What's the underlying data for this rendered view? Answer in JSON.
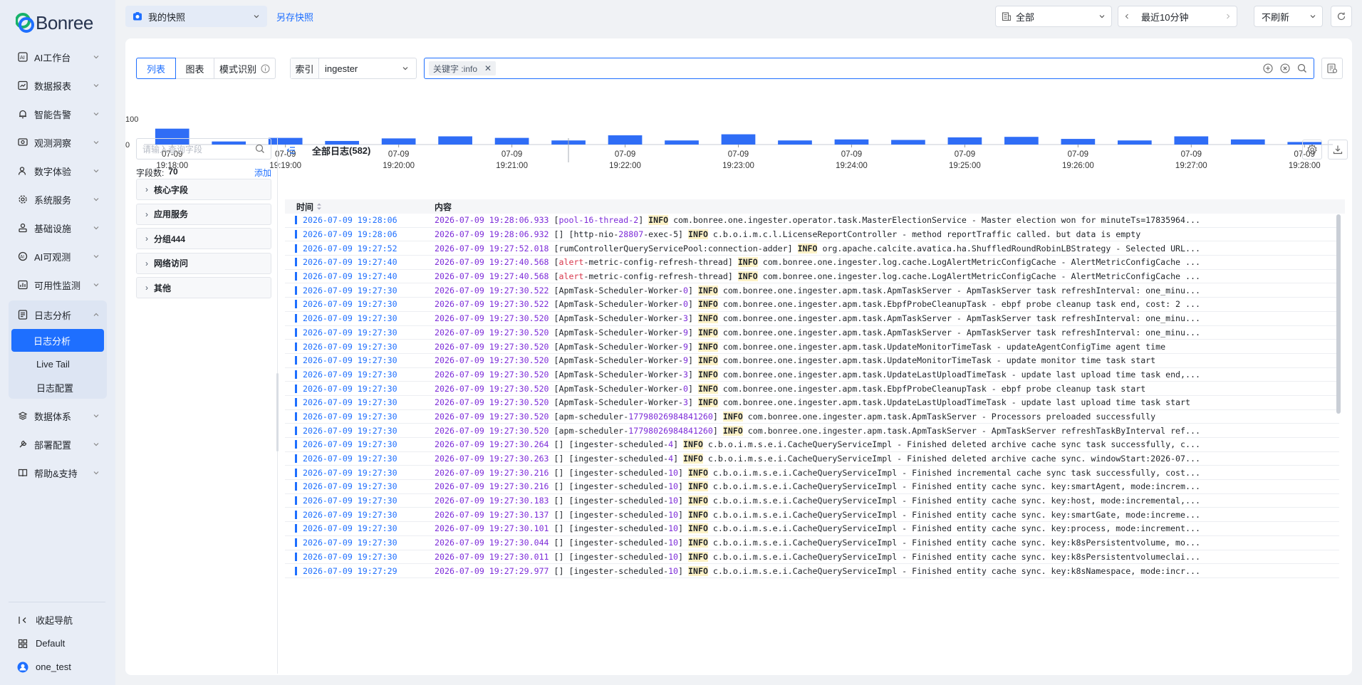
{
  "sidebar": {
    "logo": "Bonree",
    "items": [
      {
        "label": "AI工作台",
        "icon": "ai-workbench-icon"
      },
      {
        "label": "数据报表",
        "icon": "report-icon"
      },
      {
        "label": "智能告警",
        "icon": "alert-icon"
      },
      {
        "label": "观测洞察",
        "icon": "insight-icon"
      },
      {
        "label": "数字体验",
        "icon": "experience-icon"
      },
      {
        "label": "系统服务",
        "icon": "service-icon"
      },
      {
        "label": "基础设施",
        "icon": "infra-icon"
      },
      {
        "label": "AI可观测",
        "icon": "ai-observe-icon"
      },
      {
        "label": "可用性监测",
        "icon": "availability-icon"
      }
    ],
    "expanded": {
      "label": "日志分析",
      "children": [
        "日志分析",
        "Live Tail",
        "日志配置"
      ]
    },
    "items_after": [
      {
        "label": "数据体系"
      },
      {
        "label": "部署配置"
      },
      {
        "label": "帮助&支持"
      }
    ],
    "bottom": {
      "collapse": "收起导航",
      "workspace": "Default",
      "user": "one_test"
    }
  },
  "topbar": {
    "snapshot": "我的快照",
    "save_snapshot": "另存快照",
    "scope": "全部",
    "time_range": "最近10分钟",
    "refresh": "不刷新"
  },
  "toolbar": {
    "tabs": [
      "列表",
      "图表",
      "模式识别"
    ],
    "index_label": "索引",
    "index_value": "ingester",
    "query_chip": "关键字 :info"
  },
  "histogram": {
    "y_max": "100",
    "y_min": "0",
    "values": [
      62,
      12,
      26,
      14,
      24,
      32,
      26,
      16,
      36,
      16,
      40,
      16,
      20,
      18,
      28,
      30,
      22,
      16,
      32,
      20,
      10
    ],
    "ticks": [
      {
        "date": "07-09",
        "time": "19:18:00"
      },
      {
        "date": "07-09",
        "time": "19:19:00"
      },
      {
        "date": "07-09",
        "time": "19:20:00"
      },
      {
        "date": "07-09",
        "time": "19:21:00"
      },
      {
        "date": "07-09",
        "time": "19:22:00"
      },
      {
        "date": "07-09",
        "time": "19:23:00"
      },
      {
        "date": "07-09",
        "time": "19:24:00"
      },
      {
        "date": "07-09",
        "time": "19:25:00"
      },
      {
        "date": "07-09",
        "time": "19:26:00"
      },
      {
        "date": "07-09",
        "time": "19:27:00"
      },
      {
        "date": "07-09",
        "time": "19:28:00"
      }
    ]
  },
  "fields": {
    "search_placeholder": "请输入查询字段",
    "count_label": "字段数:",
    "count": "70",
    "add": "添加",
    "groups": [
      "核心字段",
      "应用服务",
      "分组444",
      "网络访问",
      "其他"
    ]
  },
  "logs": {
    "title": "全部日志",
    "count": "(582)",
    "col_time": "时间",
    "col_content": "内容",
    "rows": [
      {
        "time": "2026-07-09 19:28:06",
        "ts": "2026-07-09 19:28:06.933",
        "pre": "[",
        "thread": "pool-16-thread-2",
        "mid": "] ",
        "level": "INFO",
        "msg": " com.bonree.one.ingester.operator.task.MasterElectionService - Master election won for minuteTs=17835964..."
      },
      {
        "time": "2026-07-09 19:28:06",
        "ts": "2026-07-09 19:28:06.932",
        "pre": "[] [http-nio-",
        "thread": "28807",
        "mid": "-exec-5] ",
        "level": "INFO",
        "msg": " c.b.o.i.m.c.l.LicenseReportController - method reportTraffic called. but data is empty"
      },
      {
        "time": "2026-07-09 19:27:52",
        "ts": "2026-07-09 19:27:52.018",
        "pre": "[rumControllerQueryServicePool:connection-adder] ",
        "thread": "",
        "mid": "",
        "level": "INFO",
        "msg": " org.apache.calcite.avatica.ha.ShuffledRoundRobinLBStrategy - Selected URL..."
      },
      {
        "time": "2026-07-09 19:27:40",
        "ts": "2026-07-09 19:27:40.568",
        "pre": "[",
        "thread": "alert",
        "mid": "-metric-config-refresh-thread] ",
        "level": "INFO",
        "msg": " com.bonree.one.ingester.log.cache.LogAlertMetricConfigCache - AlertMetricConfigCache ..."
      },
      {
        "time": "2026-07-09 19:27:40",
        "ts": "2026-07-09 19:27:40.568",
        "pre": "[",
        "thread": "alert",
        "mid": "-metric-config-refresh-thread] ",
        "level": "INFO",
        "msg": " com.bonree.one.ingester.log.cache.LogAlertMetricConfigCache - AlertMetricConfigCache ..."
      },
      {
        "time": "2026-07-09 19:27:30",
        "ts": "2026-07-09 19:27:30.522",
        "pre": "[ApmTask-Scheduler-Worker-",
        "thread": "0",
        "mid": "] ",
        "level": "INFO",
        "msg": " com.bonree.one.ingester.apm.task.ApmTaskServer - ApmTaskServer task refreshInterval: one_minu..."
      },
      {
        "time": "2026-07-09 19:27:30",
        "ts": "2026-07-09 19:27:30.522",
        "pre": "[ApmTask-Scheduler-Worker-",
        "thread": "0",
        "mid": "] ",
        "level": "INFO",
        "msg": " com.bonree.one.ingester.apm.task.EbpfProbeCleanupTask - ebpf probe cleanup task end, cost: 2 ..."
      },
      {
        "time": "2026-07-09 19:27:30",
        "ts": "2026-07-09 19:27:30.520",
        "pre": "[ApmTask-Scheduler-Worker-",
        "thread": "3",
        "mid": "] ",
        "level": "INFO",
        "msg": " com.bonree.one.ingester.apm.task.ApmTaskServer - ApmTaskServer task refreshInterval: one_minu..."
      },
      {
        "time": "2026-07-09 19:27:30",
        "ts": "2026-07-09 19:27:30.520",
        "pre": "[ApmTask-Scheduler-Worker-",
        "thread": "9",
        "mid": "] ",
        "level": "INFO",
        "msg": " com.bonree.one.ingester.apm.task.ApmTaskServer - ApmTaskServer task refreshInterval: one_minu..."
      },
      {
        "time": "2026-07-09 19:27:30",
        "ts": "2026-07-09 19:27:30.520",
        "pre": "[ApmTask-Scheduler-Worker-",
        "thread": "9",
        "mid": "] ",
        "level": "INFO",
        "msg": " com.bonree.one.ingester.apm.task.UpdateMonitorTimeTask - updateAgentConfigTime agent time"
      },
      {
        "time": "2026-07-09 19:27:30",
        "ts": "2026-07-09 19:27:30.520",
        "pre": "[ApmTask-Scheduler-Worker-",
        "thread": "9",
        "mid": "] ",
        "level": "INFO",
        "msg": " com.bonree.one.ingester.apm.task.UpdateMonitorTimeTask - update monitor time task start"
      },
      {
        "time": "2026-07-09 19:27:30",
        "ts": "2026-07-09 19:27:30.520",
        "pre": "[ApmTask-Scheduler-Worker-",
        "thread": "3",
        "mid": "] ",
        "level": "INFO",
        "msg": " com.bonree.one.ingester.apm.task.UpdateLastUploadTimeTask - update last upload time task end,..."
      },
      {
        "time": "2026-07-09 19:27:30",
        "ts": "2026-07-09 19:27:30.520",
        "pre": "[ApmTask-Scheduler-Worker-",
        "thread": "0",
        "mid": "] ",
        "level": "INFO",
        "msg": " com.bonree.one.ingester.apm.task.EbpfProbeCleanupTask - ebpf probe cleanup task start"
      },
      {
        "time": "2026-07-09 19:27:30",
        "ts": "2026-07-09 19:27:30.520",
        "pre": "[ApmTask-Scheduler-Worker-",
        "thread": "3",
        "mid": "] ",
        "level": "INFO",
        "msg": " com.bonree.one.ingester.apm.task.UpdateLastUploadTimeTask - update last upload time task start"
      },
      {
        "time": "2026-07-09 19:27:30",
        "ts": "2026-07-09 19:27:30.520",
        "pre": "[apm-scheduler-",
        "thread": "17798026984841260",
        "mid": "] ",
        "level": "INFO",
        "msg": " com.bonree.one.ingester.apm.task.ApmTaskServer - Processors preloaded successfully"
      },
      {
        "time": "2026-07-09 19:27:30",
        "ts": "2026-07-09 19:27:30.520",
        "pre": "[apm-scheduler-",
        "thread": "17798026984841260",
        "mid": "] ",
        "level": "INFO",
        "msg": " com.bonree.one.ingester.apm.task.ApmTaskServer - ApmTaskServer refreshTaskByInterval ref..."
      },
      {
        "time": "2026-07-09 19:27:30",
        "ts": "2026-07-09 19:27:30.264",
        "pre": "[] [ingester-scheduled-",
        "thread": "4",
        "mid": "] ",
        "level": "INFO",
        "msg": " c.b.o.i.m.s.e.i.CacheQueryServiceImpl - Finished deleted archive cache sync task successfully, c..."
      },
      {
        "time": "2026-07-09 19:27:30",
        "ts": "2026-07-09 19:27:30.263",
        "pre": "[] [ingester-scheduled-",
        "thread": "4",
        "mid": "] ",
        "level": "INFO",
        "msg": " c.b.o.i.m.s.e.i.CacheQueryServiceImpl - Finished deleted archive cache sync. windowStart:2026-07..."
      },
      {
        "time": "2026-07-09 19:27:30",
        "ts": "2026-07-09 19:27:30.216",
        "pre": "[] [ingester-scheduled-",
        "thread": "10",
        "mid": "] ",
        "level": "INFO",
        "msg": " c.b.o.i.m.s.e.i.CacheQueryServiceImpl - Finished incremental cache sync task successfully, cost..."
      },
      {
        "time": "2026-07-09 19:27:30",
        "ts": "2026-07-09 19:27:30.216",
        "pre": "[] [ingester-scheduled-",
        "thread": "10",
        "mid": "] ",
        "level": "INFO",
        "msg": " c.b.o.i.m.s.e.i.CacheQueryServiceImpl - Finished entity cache sync. key:smartAgent, mode:increm..."
      },
      {
        "time": "2026-07-09 19:27:30",
        "ts": "2026-07-09 19:27:30.183",
        "pre": "[] [ingester-scheduled-",
        "thread": "10",
        "mid": "] ",
        "level": "INFO",
        "msg": " c.b.o.i.m.s.e.i.CacheQueryServiceImpl - Finished entity cache sync. key:host, mode:incremental,..."
      },
      {
        "time": "2026-07-09 19:27:30",
        "ts": "2026-07-09 19:27:30.137",
        "pre": "[] [ingester-scheduled-",
        "thread": "10",
        "mid": "] ",
        "level": "INFO",
        "msg": " c.b.o.i.m.s.e.i.CacheQueryServiceImpl - Finished entity cache sync. key:smartGate, mode:increme..."
      },
      {
        "time": "2026-07-09 19:27:30",
        "ts": "2026-07-09 19:27:30.101",
        "pre": "[] [ingester-scheduled-",
        "thread": "10",
        "mid": "] ",
        "level": "INFO",
        "msg": " c.b.o.i.m.s.e.i.CacheQueryServiceImpl - Finished entity cache sync. key:process, mode:increment..."
      },
      {
        "time": "2026-07-09 19:27:30",
        "ts": "2026-07-09 19:27:30.044",
        "pre": "[] [ingester-scheduled-",
        "thread": "10",
        "mid": "] ",
        "level": "INFO",
        "msg": " c.b.o.i.m.s.e.i.CacheQueryServiceImpl - Finished entity cache sync. key:k8sPersistentvolume, mo..."
      },
      {
        "time": "2026-07-09 19:27:30",
        "ts": "2026-07-09 19:27:30.011",
        "pre": "[] [ingester-scheduled-",
        "thread": "10",
        "mid": "] ",
        "level": "INFO",
        "msg": " c.b.o.i.m.s.e.i.CacheQueryServiceImpl - Finished entity cache sync. key:k8sPersistentvolumeclai..."
      },
      {
        "time": "2026-07-09 19:27:29",
        "ts": "2026-07-09 19:27:29.977",
        "pre": "[] [ingester-scheduled-",
        "thread": "10",
        "mid": "] ",
        "level": "INFO",
        "msg": " c.b.o.i.m.s.e.i.CacheQueryServiceImpl - Finished entity cache sync. key:k8sNamespace, mode:incr..."
      }
    ]
  }
}
